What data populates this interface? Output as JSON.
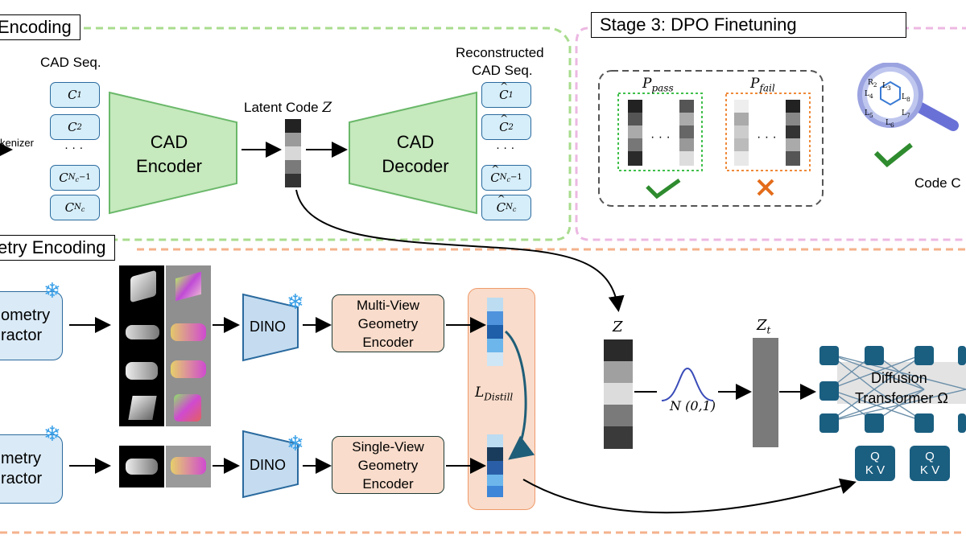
{
  "stage1": {
    "title": "Encoding",
    "cad_seq_label": "CAD Seq.",
    "tokenizer_label": "kenizer",
    "tokens": [
      "C",
      "C",
      "· · ·",
      "C",
      "C"
    ],
    "token_subs": [
      "1",
      "2",
      "",
      "N",
      "N"
    ],
    "token_subsubs": [
      "",
      "",
      "",
      "c",
      "c"
    ],
    "token_suffix": [
      "",
      "",
      "",
      "−1",
      ""
    ],
    "encoder_label": "CAD\nEncoder",
    "latent_label": "Latent Code ",
    "latent_var": "Z",
    "decoder_label": "CAD\nDecoder",
    "recon_label_1": "Reconstructed",
    "recon_label_2": "CAD Seq."
  },
  "stage3": {
    "title": "Stage 3: DPO Finetuning",
    "p_pass": "P",
    "p_pass_sub": "pass",
    "p_fail": "P",
    "p_fail_sub": "fail",
    "dots": "· · ·",
    "code_check": "Code C",
    "lens_labels": [
      "R",
      "L",
      "L",
      "L",
      "L",
      "L",
      "L"
    ],
    "lens_subs": [
      "2",
      "1",
      "3",
      "4",
      "5",
      "6",
      "7"
    ],
    "lens_label8": "L",
    "lens_sub8": "8"
  },
  "stage2": {
    "title": "etry Encoding",
    "extractor_top_1": "ometry",
    "extractor_top_2": "ractor",
    "extractor_bot_1": "metry",
    "extractor_bot_2": "ractor",
    "dino": "DINO",
    "mv_encoder": "Multi-View\nGeometry\nEncoder",
    "sv_encoder": "Single-View\nGeometry\nEncoder",
    "distill": "L",
    "distill_sub": "Distill",
    "z": "Z",
    "zt": "Z",
    "zt_sub": "t",
    "noise": "N (0,1)",
    "diffusion_1": "Diffusion",
    "diffusion_2": "Transformer Ω",
    "qkv_1": "Q",
    "qkv_2": "K V"
  },
  "colors": {
    "green_dash": "#a9dc8e",
    "pink_dash": "#ecb8e2",
    "orange_dash": "#f4b28c",
    "trapezoid_fill": "#c6e9bd",
    "trapezoid_stroke": "#6ab86a",
    "token_fill": "#d6eef9",
    "token_stroke": "#2a6a9e",
    "node": "#1a5e80",
    "check": "#2e8b2e",
    "cross": "#e46c1a"
  }
}
